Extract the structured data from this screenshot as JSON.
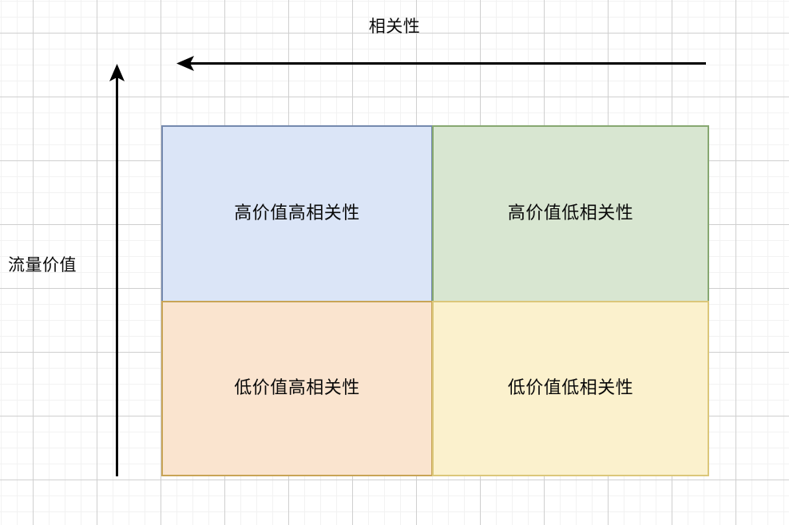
{
  "diagram": {
    "type": "2x2-quadrant-matrix",
    "axes": {
      "top": {
        "label": "相关性",
        "arrow_direction": "left",
        "meaning": "horizontal axis labelled above the matrix, arrow points left"
      },
      "left": {
        "label": "流量价值",
        "arrow_direction": "up",
        "meaning": "vertical axis labelled at left of the matrix, arrow points up"
      }
    },
    "quadrants": [
      {
        "position": "top-left",
        "label": "高价值高相关性",
        "fill": "#dbe5f7",
        "border": "#7589ae"
      },
      {
        "position": "top-right",
        "label": "高价值低相关性",
        "fill": "#d8e6d1",
        "border": "#87a871"
      },
      {
        "position": "bottom-left",
        "label": "低价值高相关性",
        "fill": "#fae4cf",
        "border": "#c8a456"
      },
      {
        "position": "bottom-right",
        "label": "低价值低相关性",
        "fill": "#fbf1cd",
        "border": "#dbc77a"
      }
    ],
    "colors": {
      "stroke": "#000000",
      "grid_major": "#cfcfcf",
      "grid_minor": "#f2f2f2",
      "canvas": "#ffffff",
      "text": "#0a0a0a"
    }
  }
}
